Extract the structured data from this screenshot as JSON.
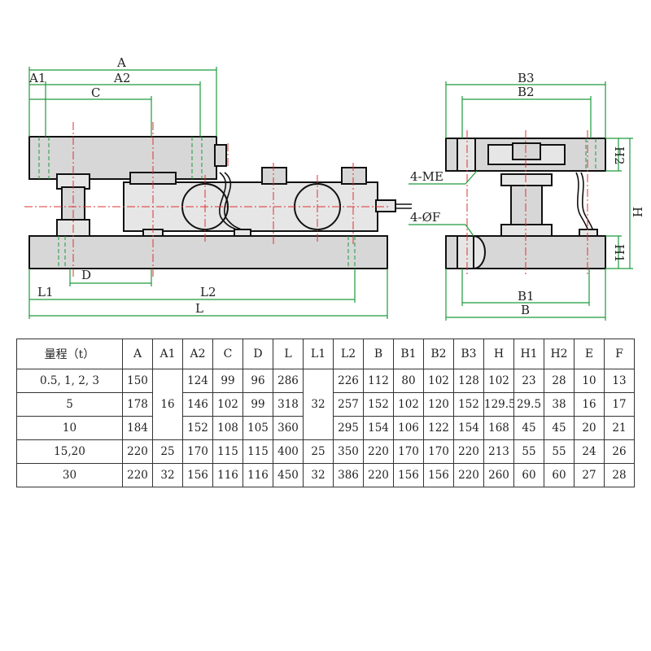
{
  "dimension_labels": {
    "front": {
      "A": "A",
      "A1": "A1",
      "A2": "A2",
      "C": "C",
      "D": "D",
      "L1": "L1",
      "L2": "L2",
      "L": "L"
    },
    "side": {
      "B3": "B3",
      "B2": "B2",
      "B1": "B1",
      "B": "B",
      "H": "H",
      "H1": "H1",
      "H2": "H2",
      "ME": "4-ME",
      "F": "4-ØF"
    }
  },
  "table": {
    "headers": [
      "量程（t）",
      "A",
      "A1",
      "A2",
      "C",
      "D",
      "L",
      "L1",
      "L2",
      "B",
      "B1",
      "B2",
      "B3",
      "H",
      "H1",
      "H2",
      "E",
      "F"
    ],
    "rows": [
      [
        "0.5, 1, 2, 3",
        "150",
        "",
        "124",
        "99",
        "96",
        "286",
        "",
        "226",
        "112",
        "80",
        "102",
        "128",
        "102",
        "23",
        "28",
        "10",
        "13"
      ],
      [
        "5",
        "178",
        "16",
        "146",
        "102",
        "99",
        "318",
        "32",
        "257",
        "152",
        "102",
        "120",
        "152",
        "129.5",
        "29.5",
        "38",
        "16",
        "17"
      ],
      [
        "10",
        "184",
        "",
        "152",
        "108",
        "105",
        "360",
        "",
        "295",
        "154",
        "106",
        "122",
        "154",
        "168",
        "45",
        "45",
        "20",
        "21"
      ],
      [
        "15,20",
        "220",
        "25",
        "170",
        "115",
        "115",
        "400",
        "25",
        "350",
        "220",
        "170",
        "170",
        "220",
        "213",
        "55",
        "55",
        "24",
        "26"
      ],
      [
        "30",
        "220",
        "32",
        "156",
        "116",
        "116",
        "450",
        "32",
        "386",
        "220",
        "156",
        "156",
        "220",
        "260",
        "60",
        "60",
        "27",
        "28"
      ]
    ]
  }
}
